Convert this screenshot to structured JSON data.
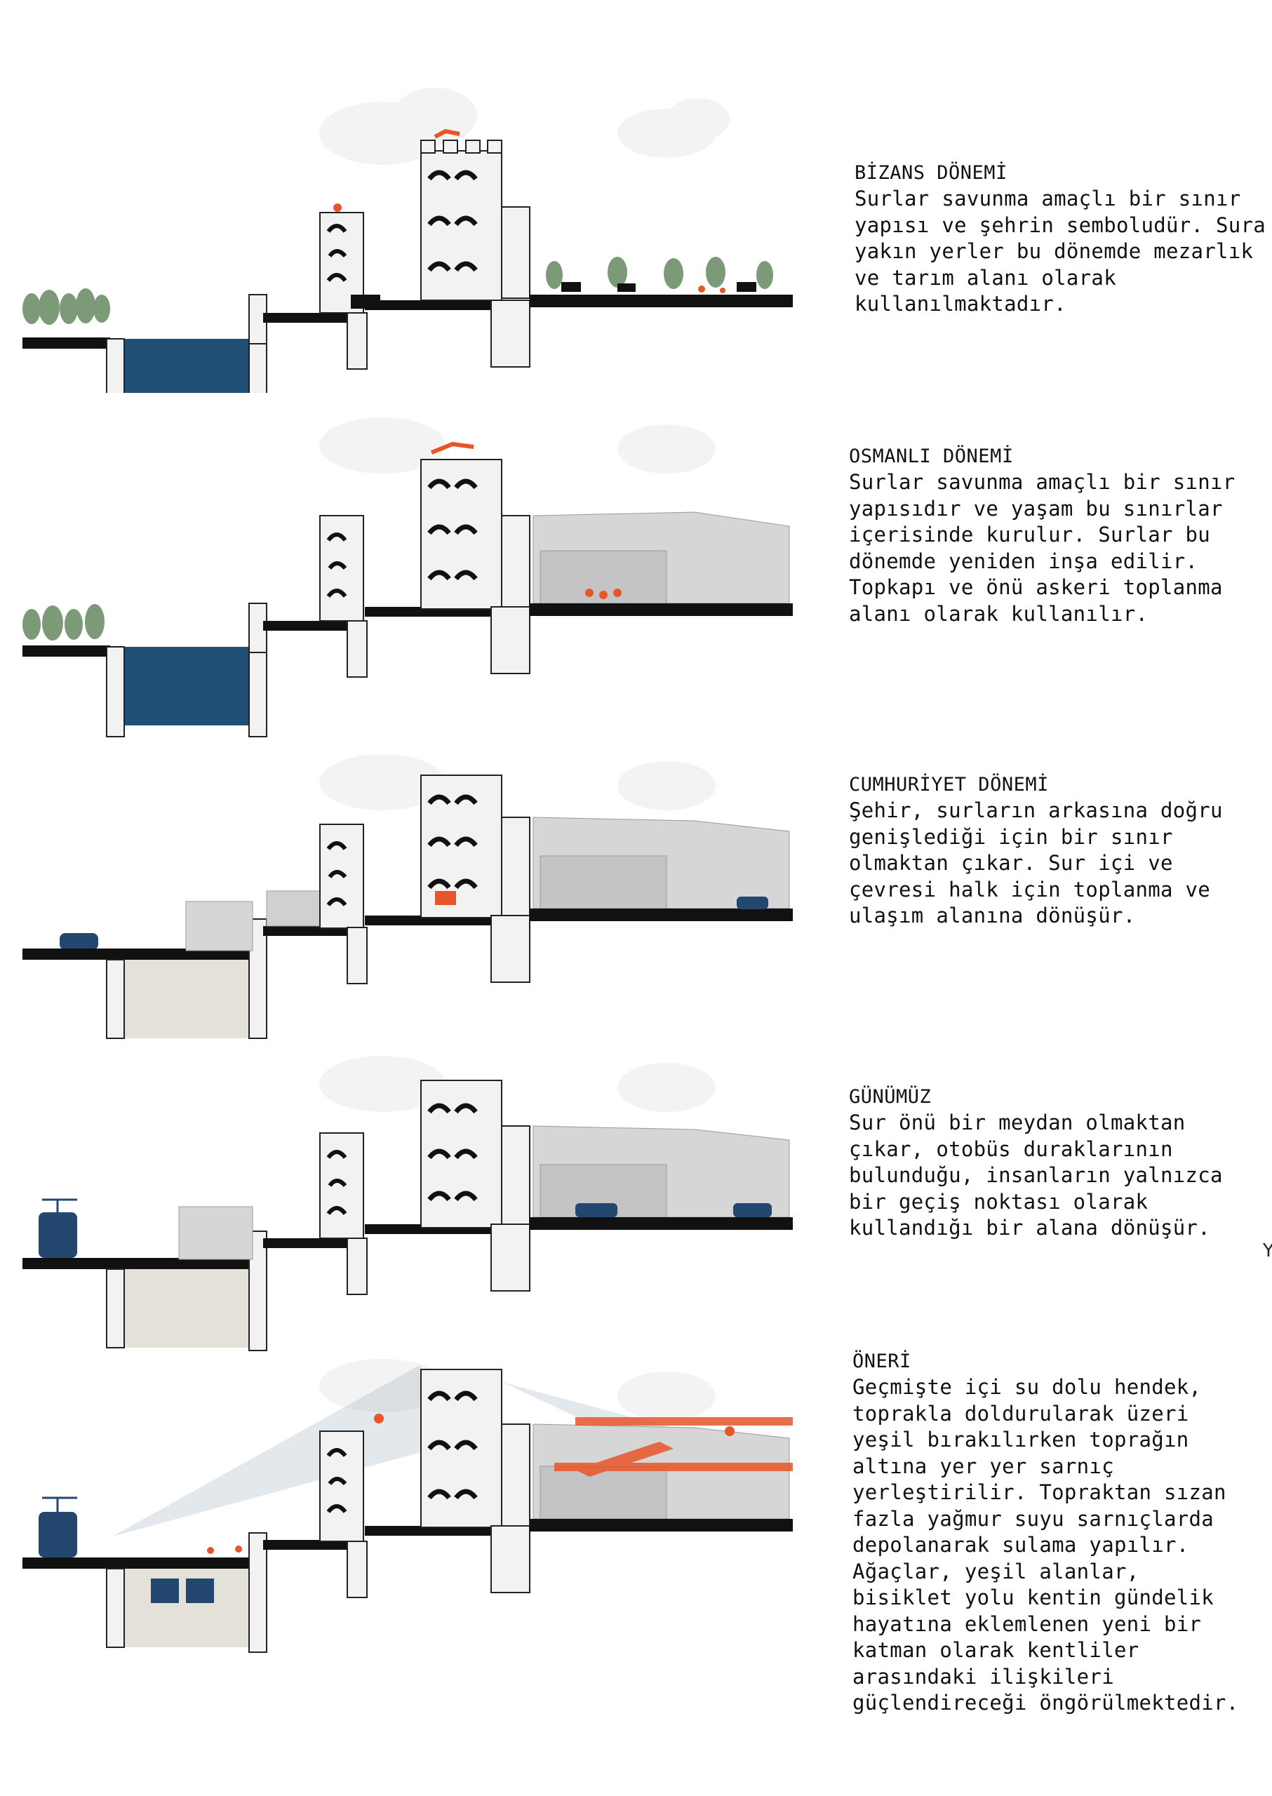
{
  "sections": [
    {
      "title": "BİZANS DÖNEMİ",
      "body": "Surlar savunma amaçlı bir sınır\nyapısı ve şehrin semboludür. Sura\nyakın yerler bu dönemde mezarlık\nve tarım alanı olarak\nkullanılmaktadır.",
      "moat": "water"
    },
    {
      "title": "OSMANLI DÖNEMİ",
      "body": "Surlar savunma amaçlı bir sınır\nyapısıdır ve yaşam bu sınırlar\niçerisinde kurulur. Surlar bu\ndönemde yeniden inşa edilir.\nTopkapı ve önü askeri toplanma\nalanı olarak kullanılır.",
      "moat": "water"
    },
    {
      "title": "CUMHURİYET DÖNEMİ",
      "body": "Şehir, surların arkasına doğru\ngenişlediği için bir sınır\nolmaktan çıkar. Sur içi ve\nçevresi halk için toplanma ve\nulaşım alanına dönüşür.",
      "moat": "filled"
    },
    {
      "title": "GÜNÜMÜZ",
      "body": "Sur önü bir meydan olmaktan\nçıkar, otobüs duraklarının\nbulunduğu, insanların yalnızca\nbir geçiş noktası olarak\nkullandığı bir alana dönüşür.",
      "moat": "filled"
    },
    {
      "title": "ÖNERİ",
      "body": "Geçmişte içi su dolu hendek,\ntoprakla doldurularak üzeri\nyeşil bırakılırken toprağın\naltına yer yer sarnıç\nyerleştirilir. Topraktan sızan\nfazla yağmur suyu sarnıçlarda\ndepolanarak sulama yapılır.\nAğaçlar, yeşil alanlar,\nbisiklet yolu kentin gündelik\nhayatına eklemlenen yeni bir\nkatman olarak kentliler\narasındaki ilişkileri\ngüçlendireceği öngörülmektedir.",
      "moat": "cistern"
    }
  ],
  "colors": {
    "ground": "#111111",
    "masonry": "#f2f2f2",
    "water": "#1f4f74",
    "filled": "#e4e1d8",
    "accent": "#e8552a",
    "building": "#cfcfcf",
    "tram": "#23476e",
    "tree": "#6f8f6a"
  },
  "edge_mark": "Y"
}
